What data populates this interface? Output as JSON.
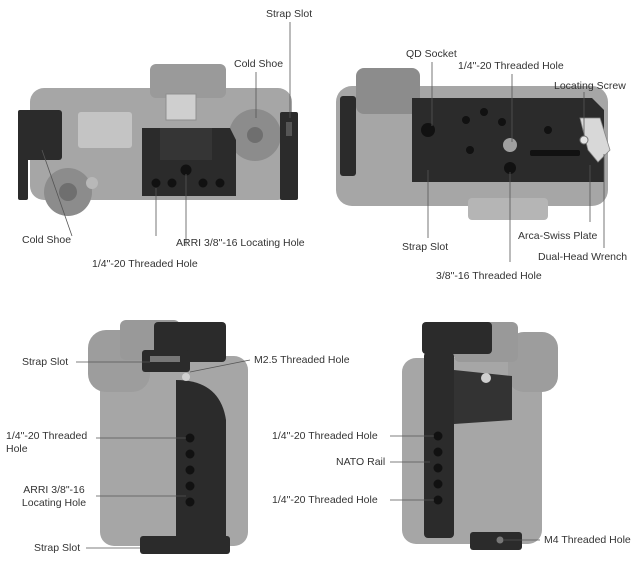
{
  "labels": {
    "top_strap_slot": "Strap Slot",
    "top_cold_shoe_right": "Cold Shoe",
    "top_cold_shoe_left": "Cold Shoe",
    "top_arri": "ARRI 3/8\"-16 Locating Hole",
    "top_threaded": "1/4\"-20 Threaded Hole",
    "bottom_qd_socket": "QD Socket",
    "bottom_threaded": "1/4\"-20 Threaded Hole",
    "bottom_locating_screw": "Locating Screw",
    "bottom_strap_slot": "Strap Slot",
    "bottom_arca": "Arca-Swiss Plate",
    "bottom_wrench": "Dual-Head Wrench",
    "bottom_38": "3/8\"-16 Threaded Hole",
    "left_strap_slot_top": "Strap Slot",
    "left_m25": "M2.5 Threaded Hole",
    "left_threaded": "1/4\"-20 Threaded Hole",
    "left_arri": "ARRI 3/8\"-16 Locating Hole",
    "left_strap_slot_bottom": "Strap Slot",
    "right_threaded_top": "1/4\"-20 Threaded Hole",
    "right_nato": "NATO Rail",
    "right_threaded_bottom": "1/4\"-20 Threaded Hole",
    "right_m4": "M4 Threaded Hole"
  },
  "colors": {
    "camera": "#a6a6a6",
    "camera_dark": "#8c8c8c",
    "cage": "#2b2b2b",
    "cage_edge": "#111111",
    "leader": "#555555",
    "text": "#333333"
  }
}
